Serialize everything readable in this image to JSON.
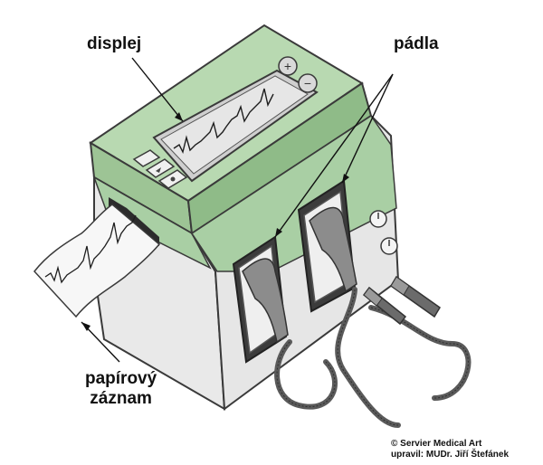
{
  "labels": {
    "display": "displej",
    "paddles": "pádla",
    "paper_line1": "papírový",
    "paper_line2": "záznam"
  },
  "credit": {
    "line1": "© Servier Medical Art",
    "line2": "upravil: MUDr. Jiří Štefánek"
  },
  "colors": {
    "body_green": "#a9cfa4",
    "body_green_dark": "#7fae7d",
    "body_green_light": "#cfe6c8",
    "outline": "#3a3a3a",
    "screen": "#e4e4e4",
    "cable": "#5a5a5a"
  }
}
